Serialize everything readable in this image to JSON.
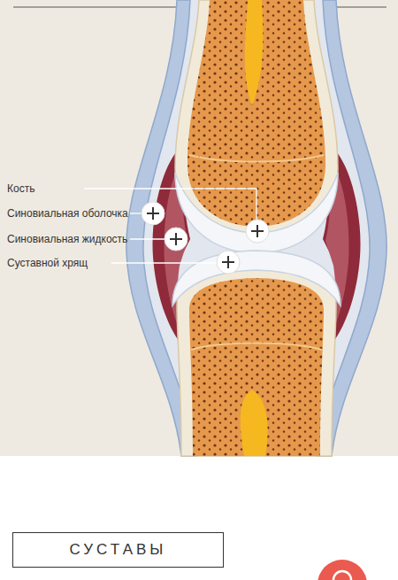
{
  "diagram": {
    "nodes": [
      {
        "text": [
          "СУСТАВЫ"
        ]
      }
    ],
    "labels": [
      "Кость",
      "Синовиальная оболочка",
      "Синовиальная жидкость",
      "Суставной хрящ"
    ]
  }
}
